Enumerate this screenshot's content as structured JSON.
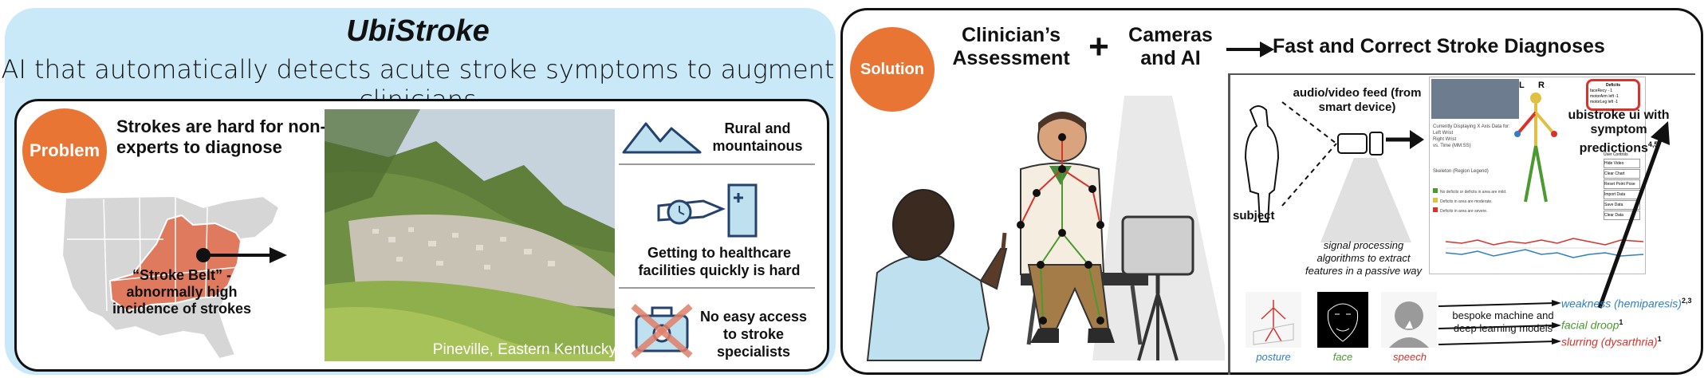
{
  "left_panel": {
    "title": "UbiStroke",
    "subtitle": "AI that automatically detects acute stroke symptoms to augment clinicians",
    "problem_label": "Problem",
    "problem_heading": "Strokes are hard for non-experts to diagnose",
    "stroke_belt_text": "“Stroke Belt” - abnormally high incidence of strokes",
    "photo_caption": "Pineville, Eastern Kentucky",
    "challenges": [
      {
        "icon": "mountains-icon",
        "text": "Rural and mountainous"
      },
      {
        "icon": "wristwatch-door-icon",
        "text": "Getting to healthcare facilities quickly is hard"
      },
      {
        "icon": "crossed-medical-kit-icon",
        "text": "No easy access to stroke specialists"
      }
    ]
  },
  "right_panel": {
    "solution_label": "Solution",
    "header_parts": [
      "Clinician’s Assessment",
      "+",
      "Cameras and AI",
      "Fast and Correct Stroke Diagnoses"
    ],
    "subject_label": "subject",
    "feed_label": "audio/video feed (from smart device)",
    "signal_label": "signal processing algorithms to extract features in a passive way",
    "ui_label": "ubistroke ui with symptom predictions",
    "ui_superscript": "4,5",
    "skeleton_letters": [
      "L",
      "R"
    ],
    "modality_labels": [
      "posture",
      "face",
      "speech"
    ],
    "model_label": "bespoke machine and deep learning models",
    "outputs": [
      {
        "text": "weakness (hemiparesis)",
        "sup": "2,3",
        "color": "#2e7fc3"
      },
      {
        "text": "facial droop",
        "sup": "1",
        "color": "#4a9a2e"
      },
      {
        "text": "slurring (dysarthria)",
        "sup": "1",
        "color": "#d8322a"
      }
    ],
    "ui_screen": {
      "deficits_box": {
        "title": "Deficits",
        "lines": [
          "faceRecy - 1",
          "motorArm left -1",
          "motorLeg left -1"
        ]
      },
      "side_buttons": [
        "User Controls",
        "Hide Video",
        "Clear Chart",
        "Reset Point Pose",
        "Import Data",
        "Save Data",
        "Clear Data"
      ],
      "legend": [
        "No deficits or deficits in area are mild.",
        "Deficits in area are moderate.",
        "Deficits in area are severe."
      ],
      "small_text": [
        "Currently Displaying X Axis Data for:",
        "Left Wrist",
        "Right Wrist",
        "vs. Time (MM:SS)",
        "Skeleton (Region Legend)"
      ]
    }
  },
  "colors": {
    "panel_bg": "#c9e9f8",
    "accent_orange": "#e87534",
    "posture_blue": "#2e7fc3",
    "face_green": "#4a9a2e",
    "speech_red": "#d8322a"
  }
}
